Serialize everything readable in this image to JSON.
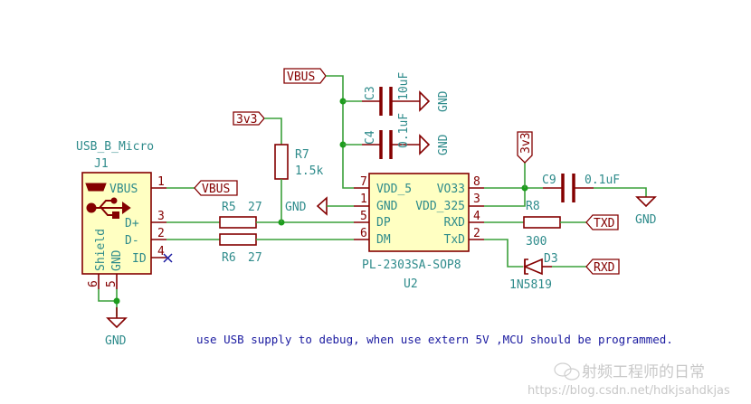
{
  "schematic": {
    "connector": {
      "value": "USB_B_Micro",
      "ref": "J1",
      "pins": [
        {
          "name": "VBUS",
          "num": "1"
        },
        {
          "name": "D+",
          "num": "3"
        },
        {
          "name": "D-",
          "num": "2"
        },
        {
          "name": "ID",
          "num": "4"
        },
        {
          "name": "Shield",
          "num": "6"
        },
        {
          "name": "GND",
          "num": "5"
        }
      ]
    },
    "ic": {
      "value": "PL-2303SA-SOP8",
      "ref": "U2",
      "left_pins": [
        {
          "name": "VDD_5",
          "num": "7"
        },
        {
          "name": "GND",
          "num": "1"
        },
        {
          "name": "DP",
          "num": "5"
        },
        {
          "name": "DM",
          "num": "6"
        }
      ],
      "right_pins": [
        {
          "name": "VO33",
          "num": "8"
        },
        {
          "name": "VDD_325",
          "num": "3"
        },
        {
          "name": "RXD",
          "num": "4"
        },
        {
          "name": "TxD",
          "num": "2"
        }
      ]
    },
    "resistors": [
      {
        "ref": "R5",
        "value": "27"
      },
      {
        "ref": "R6",
        "value": "27"
      },
      {
        "ref": "R7",
        "value": "1.5k"
      },
      {
        "ref": "R8",
        "value": "300"
      }
    ],
    "capacitors": [
      {
        "ref": "C3",
        "value": "10uF"
      },
      {
        "ref": "C4",
        "value": "0.1uF"
      },
      {
        "ref": "C9",
        "value": "0.1uF"
      }
    ],
    "diode": {
      "ref": "D3",
      "value": "1N5819"
    },
    "net_labels": {
      "vbus_j1": "VBUS",
      "vbus_top": "VBUS",
      "v3v3_r7": "3v3",
      "v3v3_right": "3v3",
      "txd": "TXD",
      "rxd": "RXD"
    },
    "power": {
      "gnd": "GND"
    },
    "note": "use USB supply to debug, when use extern 5V ,MCU should be programmed."
  },
  "watermark": {
    "title": "射频工程师的日常",
    "url": "https://blog.csdn.net/hdkjsahdkjas"
  }
}
